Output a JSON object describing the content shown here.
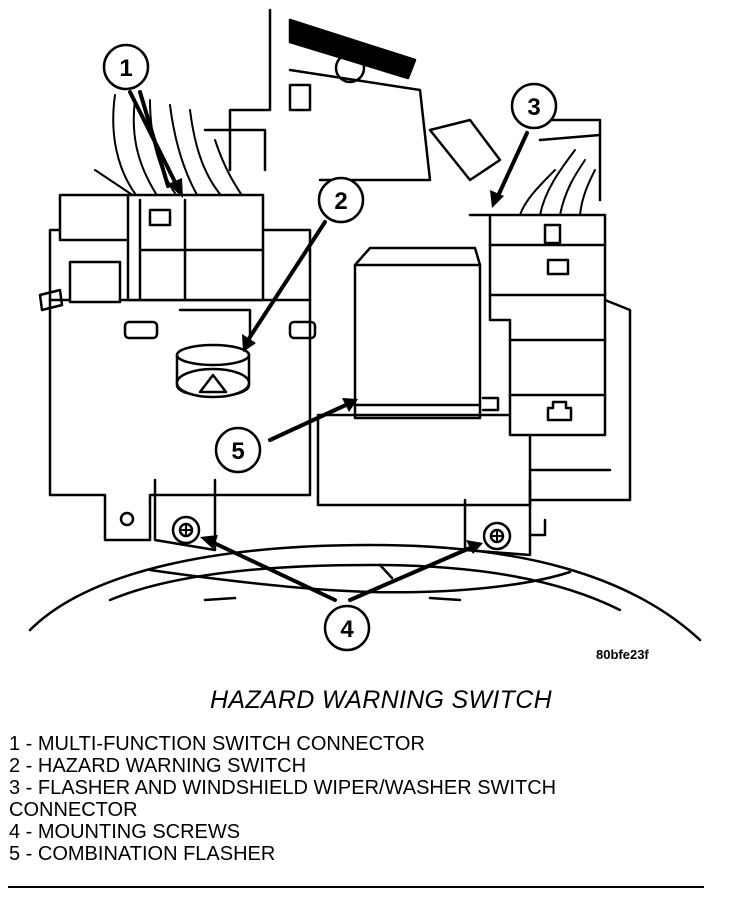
{
  "figure": {
    "code": "80bfe23f",
    "title": "HAZARD WARNING SWITCH"
  },
  "callouts": [
    {
      "number": "1"
    },
    {
      "number": "2"
    },
    {
      "number": "3"
    },
    {
      "number": "4"
    },
    {
      "number": "5"
    }
  ],
  "legend": [
    {
      "text": "1 - MULTI-FUNCTION SWITCH CONNECTOR"
    },
    {
      "text": "2 - HAZARD WARNING SWITCH"
    },
    {
      "text": "3 - FLASHER AND WINDSHIELD WIPER/WASHER SWITCH\nCONNECTOR"
    },
    {
      "text": "4 - MOUNTING SCREWS"
    },
    {
      "text": "5 - COMBINATION FLASHER"
    }
  ]
}
